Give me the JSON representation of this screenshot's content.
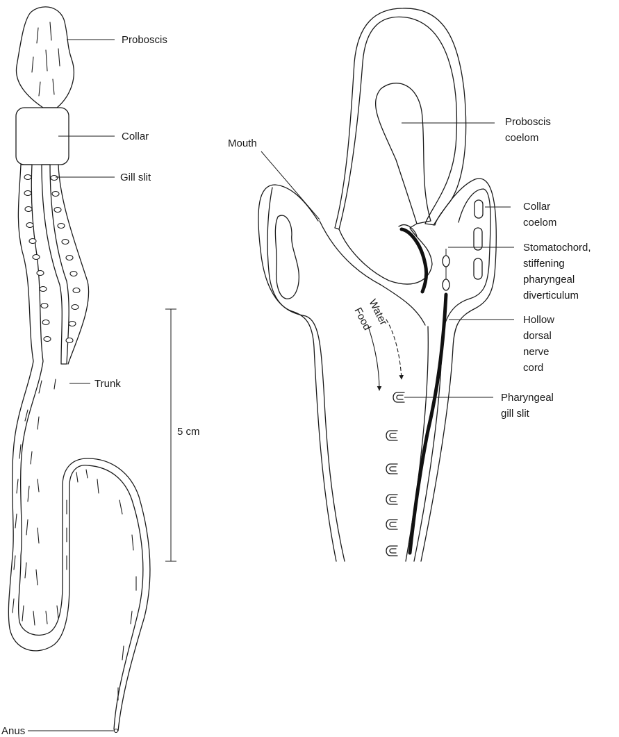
{
  "left_figure": {
    "labels": {
      "proboscis": "Proboscis",
      "collar": "Collar",
      "gill_slit": "Gill slit",
      "trunk": "Trunk",
      "anus": "Anus"
    },
    "scale_bar": "5 cm"
  },
  "right_figure": {
    "labels": {
      "mouth": "Mouth",
      "proboscis_coelom": [
        "Proboscis",
        "coelom"
      ],
      "collar_coelom": [
        "Collar",
        "coelom"
      ],
      "stomatochord": [
        "Stomatochord,",
        "stiffening",
        "pharyngeal",
        "diverticulum"
      ],
      "nerve_cord": [
        "Hollow",
        "dorsal",
        "nerve",
        "cord"
      ],
      "pharyngeal_gill_slit": [
        "Pharyngeal",
        "gill slit"
      ],
      "water": "Water",
      "food": "Food"
    }
  },
  "colors": {
    "ink": "#1a1a1a",
    "background": "#ffffff"
  }
}
